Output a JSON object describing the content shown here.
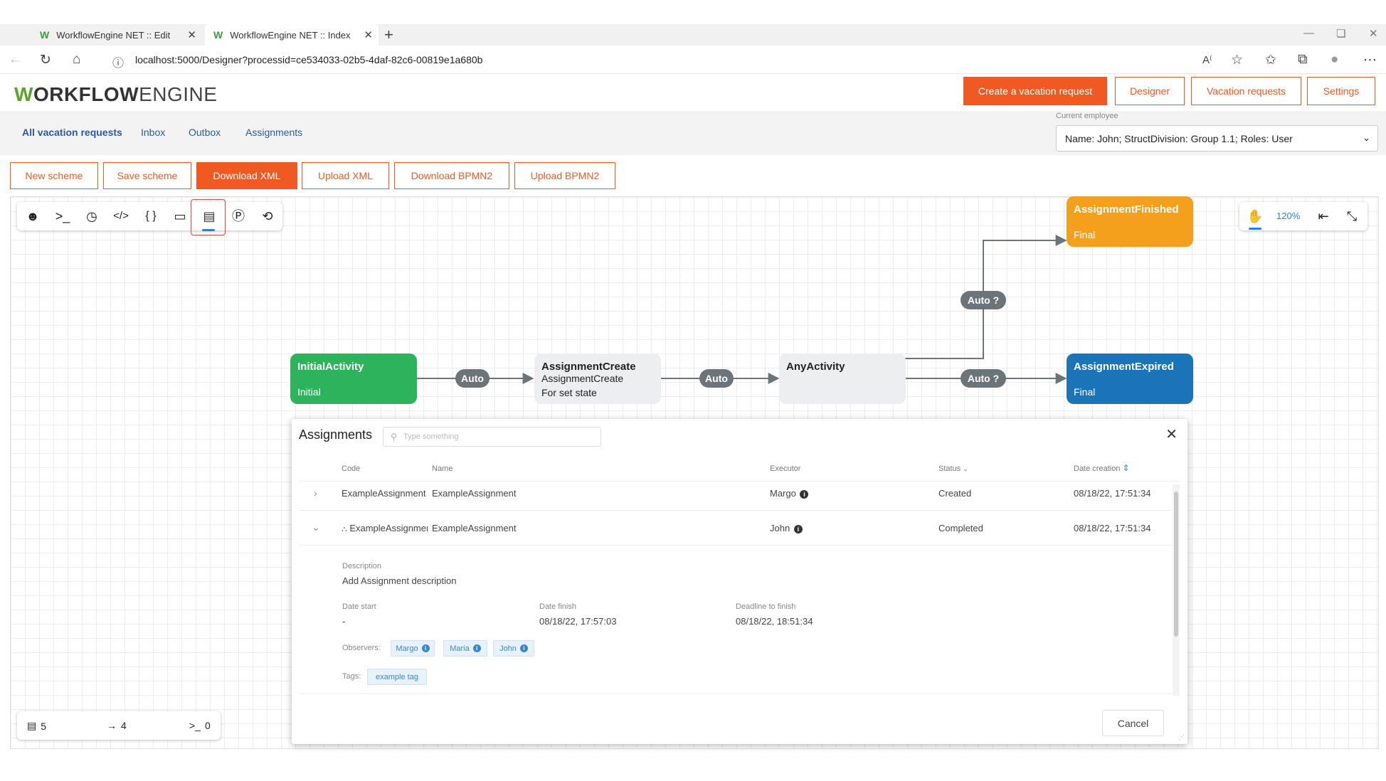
{
  "browser": {
    "tabs": [
      {
        "title": "WorkflowEngine NET :: Edit",
        "active": false
      },
      {
        "title": "WorkflowEngine NET :: Index",
        "active": true
      }
    ],
    "new_tab": "+",
    "url": "localhost:5000/Designer?processid=ce534033-02b5-4daf-82c6-00819e1a680b"
  },
  "header": {
    "logo_w": "W",
    "logo_bold": "ORKFLOW",
    "logo_light": "ENGINE",
    "buttons": [
      "Create a vacation request",
      "Designer",
      "Vacation requests",
      "Settings"
    ]
  },
  "subnav": {
    "links": [
      "All vacation requests",
      "Inbox",
      "Outbox",
      "Assignments"
    ],
    "employee_label": "Current employee",
    "employee_value": "Name: John; StructDivision: Group 1.1; Roles: User"
  },
  "scheme_buttons": [
    "New scheme",
    "Save scheme",
    "Download XML",
    "Upload XML",
    "Download BPMN2",
    "Upload BPMN2"
  ],
  "zoom": "120%",
  "activities": {
    "initial": {
      "title": "InitialActivity",
      "subtitle": "Initial"
    },
    "assignment_create": {
      "title": "AssignmentCreate",
      "line2": "AssignmentCreate",
      "line3": "For set state"
    },
    "any": {
      "title": "AnyActivity"
    },
    "finished": {
      "title": "AssignmentFinished",
      "subtitle": "Final"
    },
    "expired": {
      "title": "AssignmentExpired",
      "subtitle": "Final"
    }
  },
  "transitions": {
    "t1": "Auto",
    "t2": "Auto",
    "t3": "Auto",
    "t4": "Auto"
  },
  "counters": {
    "activities": "5",
    "transitions": "4",
    "commands": "0"
  },
  "dialog": {
    "title": "Assignments",
    "search_placeholder": "Type something",
    "columns": {
      "code": "Code",
      "name": "Name",
      "executor": "Executor",
      "status": "Status",
      "date_creation": "Date creation"
    },
    "rows": [
      {
        "code": "ExampleAssignment",
        "name": "ExampleAssignment",
        "executor": "Margo",
        "status": "Created",
        "date": "08/18/22, 17:51:34"
      },
      {
        "code": "ExampleAssignment",
        "name": "ExampleAssignment",
        "executor": "John",
        "status": "Completed",
        "date": "08/18/22, 17:51:34"
      }
    ],
    "details": {
      "description_label": "Description",
      "description": "Add Assignment description",
      "date_start_label": "Date start",
      "date_start": "-",
      "date_finish_label": "Date finish",
      "date_finish": "08/18/22, 17:57:03",
      "deadline_label": "Deadline to finish",
      "deadline": "08/18/22, 18:51:34",
      "observers_label": "Observers:",
      "observers": [
        "Margo",
        "Maria",
        "John"
      ],
      "tags_label": "Tags:",
      "tags": [
        "example tag"
      ]
    },
    "cancel": "Cancel"
  },
  "colors": {
    "accent": "#f05a22",
    "green": "#2db35c",
    "blue": "#1b73b8",
    "orange": "#f4a01c",
    "pill": "#6b7478"
  }
}
